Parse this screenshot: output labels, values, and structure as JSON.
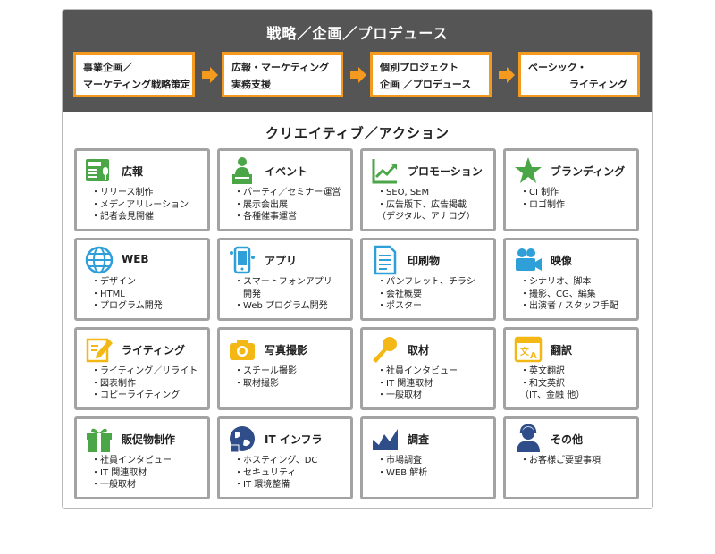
{
  "top": {
    "title": "戦略／企画／プロデュース",
    "steps": [
      {
        "line1": "事業企画／",
        "line2": "マーケティング戦略策定"
      },
      {
        "line1": "広報・マーケティング",
        "line2": "実務支援"
      },
      {
        "line1": "個別プロジェクト",
        "line2": "企画 ／プロデュース"
      },
      {
        "line1": "ベーシック・",
        "line2": "ライティング"
      }
    ]
  },
  "section": {
    "title": "クリエイティブ／アクション"
  },
  "colors": {
    "accent": "#f39a1f",
    "header_bg": "#555555",
    "icon_green": "#4aa646",
    "icon_blue": "#2e9fd8",
    "icon_yellow": "#f3b816",
    "icon_navy": "#2f4d88",
    "card_border": "#a3a3a3"
  },
  "cards": [
    {
      "icon": "press-icon",
      "title": "広報",
      "items": [
        "・リリース制作",
        "・メディアリレーション",
        "・記者会見開催"
      ]
    },
    {
      "icon": "event-speaker-icon",
      "title": "イベント",
      "items": [
        "・パーティ／セミナー運営",
        "・展示会出展",
        "・各種催事運営"
      ]
    },
    {
      "icon": "growth-chart-icon",
      "title": "プロモーション",
      "items": [
        "・SEO, SEM",
        "・広告版下、広告掲載",
        "（デジタル、アナログ）"
      ]
    },
    {
      "icon": "star-icon",
      "title": "ブランディング",
      "items": [
        "・CI 制作",
        "・ロゴ制作"
      ]
    },
    {
      "icon": "globe-icon",
      "title": "WEB",
      "items": [
        "・デザイン",
        "・HTML",
        "・プログラム開発"
      ]
    },
    {
      "icon": "smartphone-icon",
      "title": "アプリ",
      "items": [
        "・スマートフォンアプリ",
        "開発",
        "・Web プログラム開発"
      ]
    },
    {
      "icon": "document-icon",
      "title": "印刷物",
      "items": [
        "・パンフレット、チラシ",
        "・会社概要",
        "・ポスター"
      ]
    },
    {
      "icon": "video-camera-icon",
      "title": "映像",
      "items": [
        "・シナリオ、脚本",
        "・撮影、CG、編集",
        "・出演者 / スタッフ手配"
      ]
    },
    {
      "icon": "writing-icon",
      "title": "ライティング",
      "items": [
        "・ライティング／リライト",
        "・図表制作",
        "・コピーライティング"
      ]
    },
    {
      "icon": "camera-icon",
      "title": "写真撮影",
      "items": [
        "・スチール撮影",
        "・取材撮影"
      ]
    },
    {
      "icon": "microphone-icon",
      "title": "取材",
      "items": [
        "・社員インタビュー",
        "・IT 関連取材",
        "・一般取材"
      ]
    },
    {
      "icon": "translation-icon",
      "title": "翻訳",
      "items": [
        "・英文翻訳",
        "・和文英訳",
        "（IT、金融 他）"
      ]
    },
    {
      "icon": "gift-icon",
      "title": "販促物制作",
      "items": [
        "・社員インタビュー",
        "・IT 関連取材",
        "・一般取材"
      ]
    },
    {
      "icon": "network-globe-icon",
      "title": "IT インフラ",
      "items": [
        "・ホスティング、DC",
        "・セキュリティ",
        "・IT 環境整備"
      ]
    },
    {
      "icon": "market-research-icon",
      "title": "調査",
      "items": [
        "・市場調査",
        "・WEB 解析"
      ]
    },
    {
      "icon": "support-person-icon",
      "title": "その他",
      "items": [
        "・お客様ご要望事項"
      ]
    }
  ]
}
